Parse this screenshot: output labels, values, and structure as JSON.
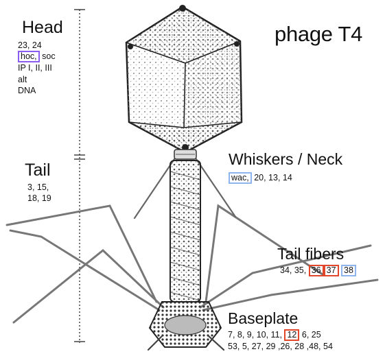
{
  "title": "phage T4",
  "head": {
    "label": "Head",
    "line1": "23, 24",
    "line2_boxed": "hoc,",
    "line2_rest": "soc",
    "line3": "IP I, II, III",
    "line4": "alt",
    "line5": "DNA"
  },
  "tail": {
    "label": "Tail",
    "line1": "3, 15,",
    "line2": "18, 19"
  },
  "whiskers": {
    "label": "Whiskers / Neck",
    "boxed": "wac,",
    "rest": "20, 13, 14"
  },
  "tail_fibers": {
    "label": "Tail fibers",
    "prefix": "34, 35,",
    "boxed_red_1": "36",
    "boxed_red_2": "37",
    "boxed_blue": "38"
  },
  "baseplate": {
    "label": "Baseplate",
    "line1_prefix": "7, 8, 9, 10, 11,",
    "line1_boxed": "12",
    "line1_rest": "6, 25",
    "line2": "53, 5, 27, 29 ,26, 28 ,48, 54"
  },
  "colors": {
    "highlight_purple": "#8a5cf0",
    "highlight_blue": "#8db4ec",
    "highlight_red": "#e2462a"
  }
}
